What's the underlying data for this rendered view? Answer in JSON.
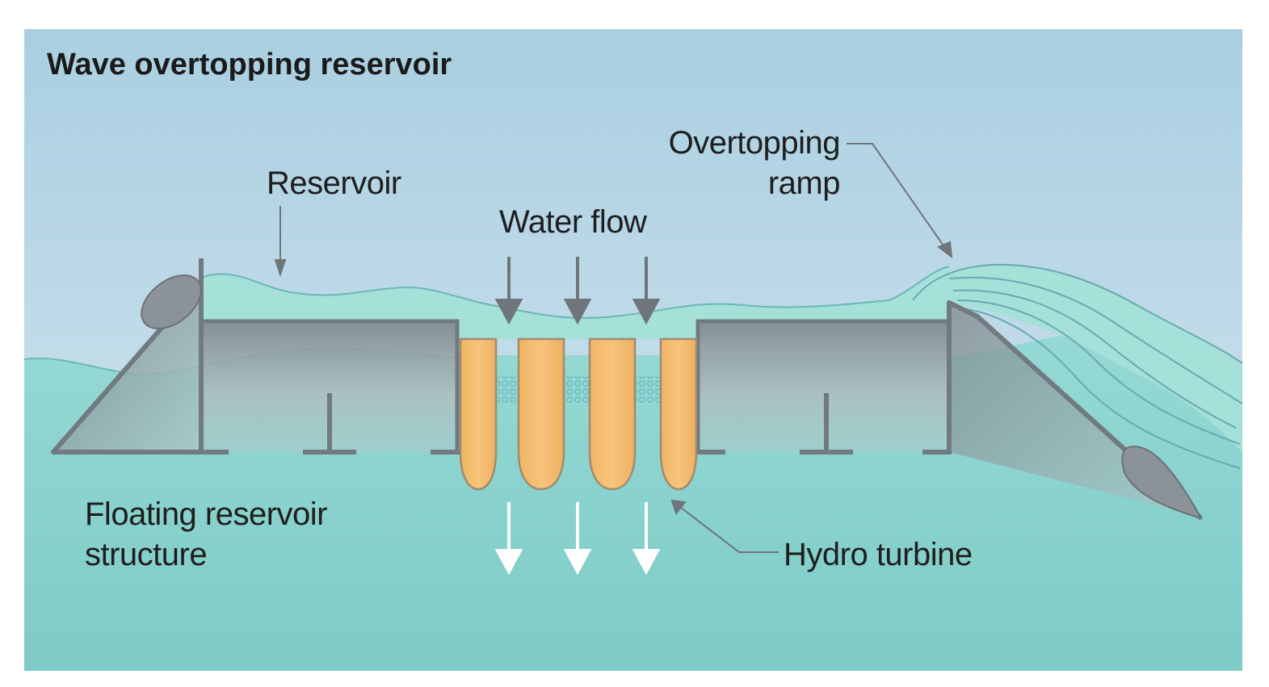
{
  "title": "Wave overtopping reservoir",
  "labels": {
    "reservoir": "Reservoir",
    "water_flow": "Water flow",
    "overtopping_ramp_line1": "Overtopping",
    "overtopping_ramp_line2": "ramp",
    "floating_structure_line1": "Floating reservoir",
    "floating_structure_line2": "structure",
    "hydro_turbine": "Hydro turbine"
  },
  "colors": {
    "sky_top": "#a9cfe0",
    "sky_bottom": "#d8e6f1",
    "sea": "#8fd6d2",
    "sea_deep": "#7fcdc9",
    "reservoir_water": "#a6e2da",
    "structure": "#7b8489",
    "turbine": "#f3bb6e",
    "arrow_dark": "#6e767b",
    "arrow_light": "#ffffff"
  }
}
